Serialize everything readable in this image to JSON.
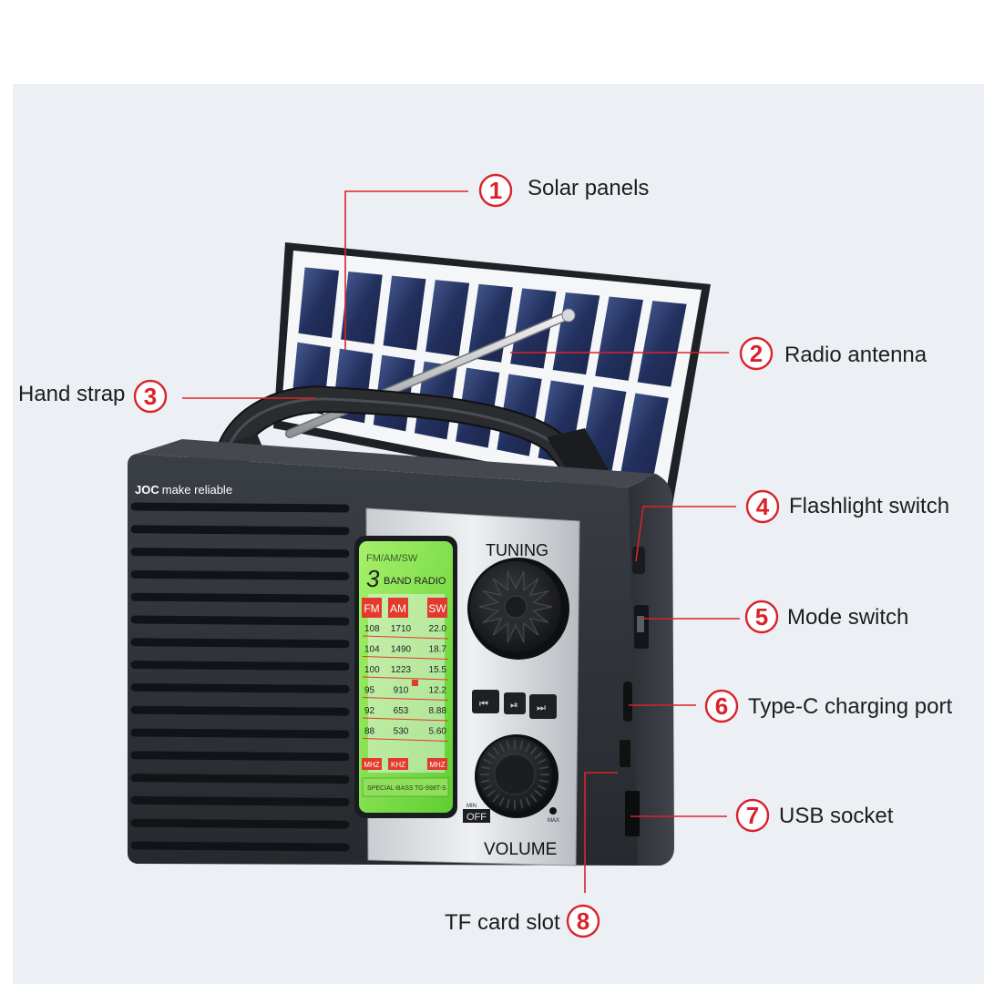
{
  "callouts": [
    {
      "num": "1",
      "label": "Solar panels"
    },
    {
      "num": "2",
      "label": "Radio antenna"
    },
    {
      "num": "3",
      "label": "Hand strap"
    },
    {
      "num": "4",
      "label": "Flashlight switch"
    },
    {
      "num": "5",
      "label": "Mode switch"
    },
    {
      "num": "6",
      "label": "Type-C charging port"
    },
    {
      "num": "7",
      "label": "USB socket"
    },
    {
      "num": "8",
      "label": "TF card slot"
    }
  ],
  "device": {
    "brand": "JOC",
    "slogan": "make reliable",
    "tuning_label": "TUNING",
    "volume_label": "VOLUME",
    "off_label": "OFF",
    "min_label": "MIN",
    "max_label": "MAX",
    "dial": {
      "header": "FM/AM/SW",
      "big_digit": "3",
      "band_label": "BAND RADIO",
      "bands": [
        "FM",
        "AM",
        "SW"
      ],
      "fm": [
        "108",
        "104",
        "100",
        "95",
        "92",
        "88"
      ],
      "am": [
        "1710",
        "1490",
        "1223",
        "910",
        "653",
        "530"
      ],
      "sw": [
        "22.0",
        "18.7",
        "15.5",
        "12.2",
        "8.88",
        "5.60"
      ],
      "units": [
        "MHZ",
        "KHZ",
        "MHZ"
      ],
      "footer_left": "SPECIAL-BASS",
      "footer_right": "TG-998T-S"
    }
  },
  "colors": {
    "accent": "#d9232a",
    "body": "#2e3136",
    "dial_green": "#7ce04a",
    "background": "#ecf0f5"
  }
}
